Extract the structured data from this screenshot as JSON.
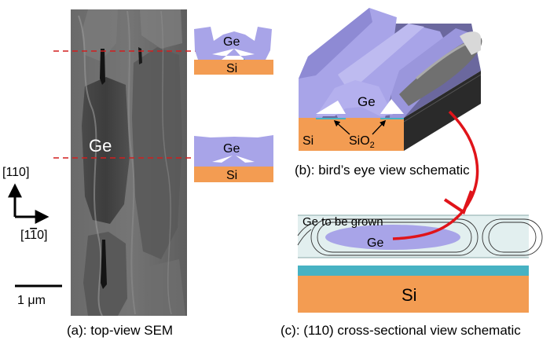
{
  "labels": {
    "sem_material": "Ge",
    "axis_vertical": "[110]",
    "axis_horizontal": "[1",
    "axis_horizontal_digit": "1",
    "axis_horizontal_end": "0]",
    "scale_bar": "1 μm",
    "inset_ge_top": "Ge",
    "inset_si_top": "Si",
    "inset_ge_bottom": "Ge",
    "inset_si_bottom": "Si",
    "birdseye_ge": "Ge",
    "birdseye_si": "Si",
    "birdseye_sio2": "SiO",
    "birdseye_sio2_sub": "2",
    "cross_to_be_grown": "Ge to be grown",
    "cross_ge": "Ge",
    "cross_si": "Si"
  },
  "captions": {
    "a": "(a): top-view SEM",
    "b": "(b): bird’s eye view schematic",
    "c": "(c): (110) cross-sectional view schematic"
  },
  "colors": {
    "ge_purple": "#a8a4e8",
    "si_orange": "#f39c52",
    "sio2_teal": "#47b2c3",
    "marker_red": "#e0141a",
    "dashed_line": "#d21e1e",
    "to_be_grown_fill": "#e2efef"
  }
}
